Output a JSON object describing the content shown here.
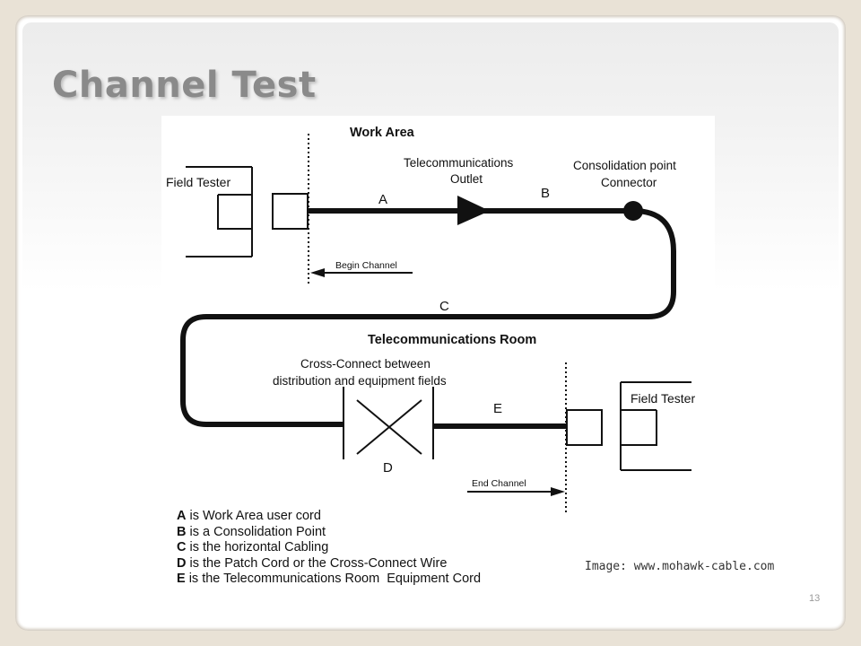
{
  "slide": {
    "title": "Channel Test",
    "credit": "Image: www.mohawk-cable.com",
    "page_number": "13"
  },
  "diagram": {
    "work_area": "Work Area",
    "telecom_outlet_1": "Telecommunications",
    "telecom_outlet_2": "Outlet",
    "consolidation_1": "Consolidation point",
    "consolidation_2": "Connector",
    "field_tester_left": "Field Tester",
    "field_tester_right": "Field Tester",
    "label_a": "A",
    "label_b": "B",
    "label_c": "C",
    "label_d": "D",
    "label_e": "E",
    "begin_channel": "Begin Channel",
    "end_channel": "End Channel",
    "telecom_room": "Telecommunications Room",
    "cross_connect_1": "Cross-Connect between",
    "cross_connect_2": "distribution and equipment fields"
  },
  "legend": [
    {
      "key": "A",
      "text": " is Work Area user cord"
    },
    {
      "key": "B",
      "text": " is a Consolidation Point"
    },
    {
      "key": "C",
      "text": " is the horizontal Cabling"
    },
    {
      "key": "D",
      "text": " is the Patch Cord or the Cross-Connect Wire"
    },
    {
      "key": "E",
      "text": " is the Telecommunications Room  Equipment Cord"
    }
  ]
}
